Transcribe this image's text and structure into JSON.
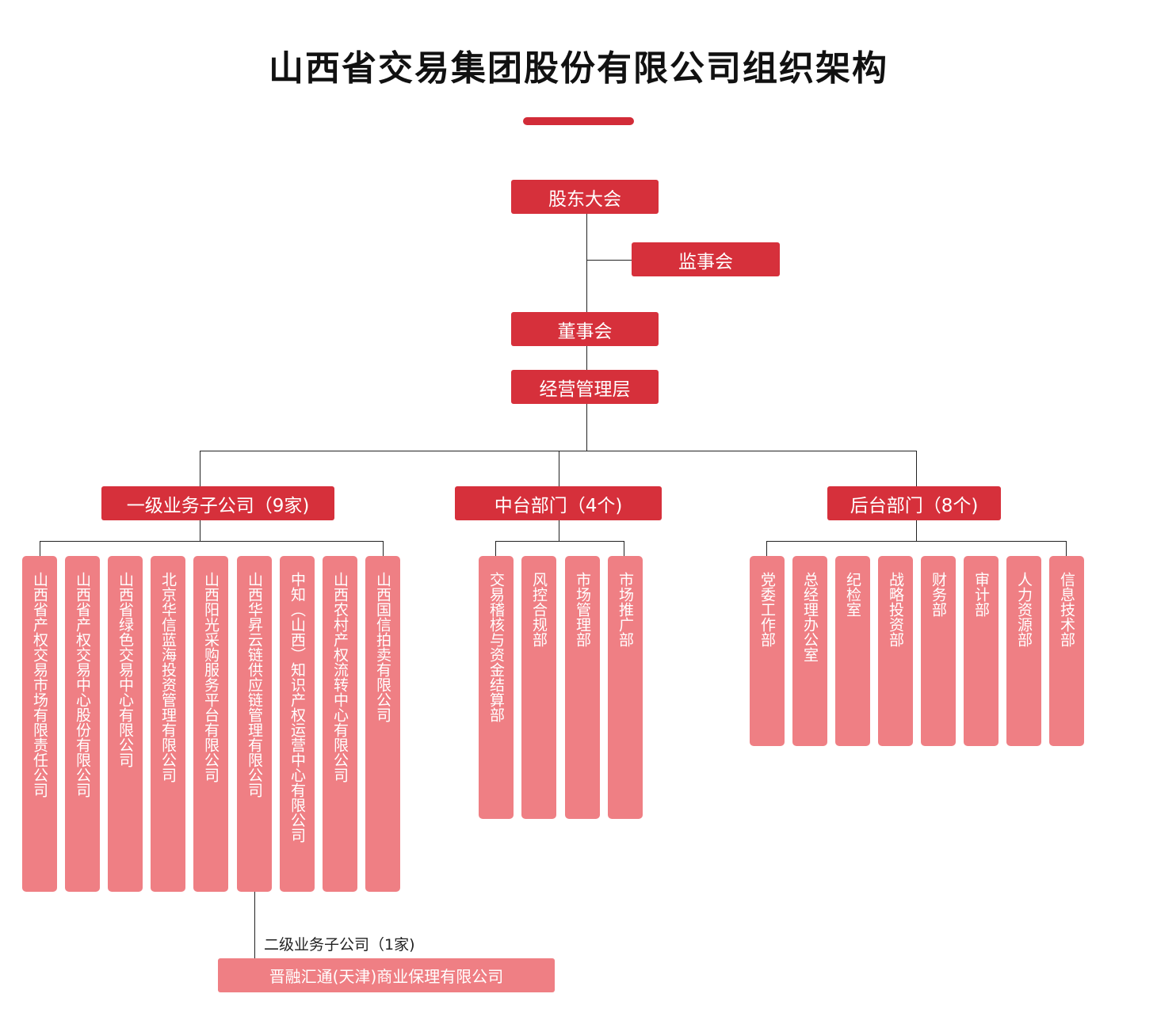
{
  "title": "山西省交易集团股份有限公司组织架构",
  "top": {
    "shareholders": "股东大会",
    "supervisors": "监事会",
    "board": "董事会",
    "management": "经营管理层"
  },
  "groups": {
    "subsidiaries": {
      "label": "一级业务子公司（9家)",
      "items": [
        "山西省产权交易市场有限责任公司",
        "山西省产权交易中心股份有限公司",
        "山西省绿色交易中心有限公司",
        "北京华信蓝海投资管理有限公司",
        "山西阳光采购服务平台有限公司",
        "山西华昇云链供应链管理有限公司",
        "中知（山西）知识产权运营中心有限公司",
        "山西农村产权流转中心有限公司",
        "山西国信拍卖有限公司"
      ]
    },
    "middle": {
      "label": "中台部门（4个)",
      "items": [
        "交易稽核与资金结算部",
        "风控合规部",
        "市场管理部",
        "市场推广部"
      ]
    },
    "back": {
      "label": "后台部门（8个)",
      "items": [
        "党委工作部",
        "总经理办公室",
        "纪检室",
        "战略投资部",
        "财务部",
        "审计部",
        "人力资源部",
        "信息技术部"
      ]
    }
  },
  "secondary": {
    "label": "二级业务子公司（1家)",
    "company": "晋融汇通(天津)商业保理有限公司"
  },
  "colors": {
    "primary_red": "#d6303b",
    "light_red": "#ef7f84",
    "line": "#222222"
  }
}
